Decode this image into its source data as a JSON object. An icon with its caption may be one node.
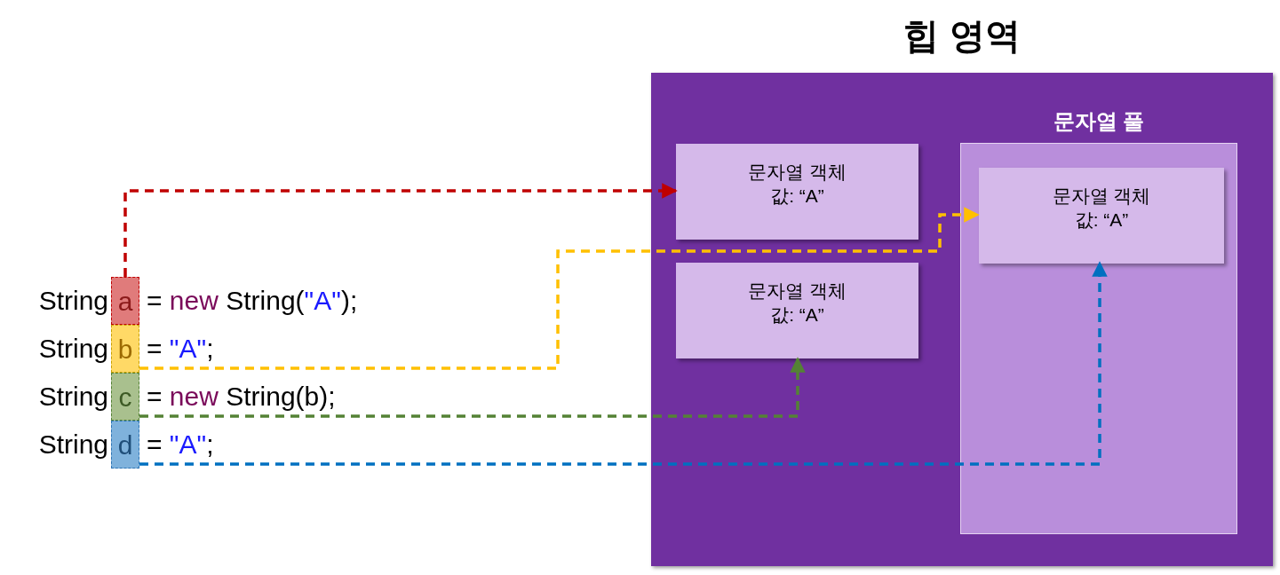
{
  "diagram": {
    "nodes": [
      {
        "text": [
          "힙 영역"
        ]
      },
      {
        "text": [
          "문자열 객체",
          "값: “A”"
        ],
        "in": 0
      },
      {
        "text": [
          "문자열 객체",
          "값: “A”"
        ],
        "in": 0
      },
      {
        "text": [
          "문자열 풀"
        ],
        "in": 0
      },
      {
        "text": [
          "문자열 객체",
          "값: “A”"
        ],
        "in": 3
      },
      {
        "text": [
          "a"
        ]
      },
      {
        "text": [
          "b"
        ]
      },
      {
        "text": [
          "c"
        ]
      },
      {
        "text": [
          "d"
        ]
      }
    ],
    "edges": [
      {
        "from": 5,
        "to": 1,
        "arrow": "to",
        "style": "dashed",
        "color": "#c00000"
      },
      {
        "from": 6,
        "to": 4,
        "arrow": "to",
        "style": "dashed",
        "color": "#ffc000"
      },
      {
        "from": 7,
        "to": 2,
        "arrow": "to",
        "style": "dashed",
        "color": "#548235"
      },
      {
        "from": 8,
        "to": 4,
        "arrow": "to",
        "style": "dashed",
        "color": "#0070c0"
      }
    ],
    "labels": [
      "String",
      "= new String(\"A\");",
      "String",
      "= \"A\";",
      "String",
      "= new String(b);",
      "String",
      "= \"A\";"
    ]
  }
}
